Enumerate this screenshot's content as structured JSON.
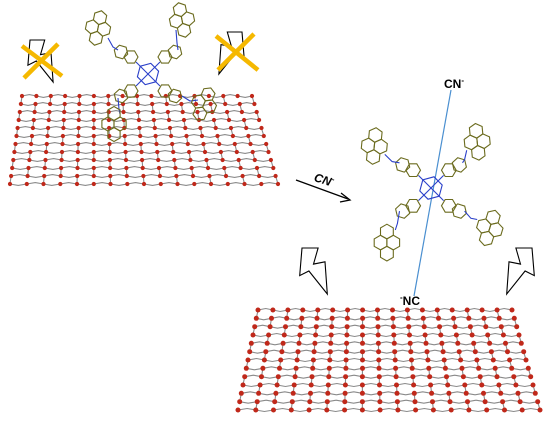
{
  "labels": {
    "reagent": "CN",
    "reagent_charge": "-",
    "top_cyanide": "CN",
    "top_cyanide_charge": "-",
    "bottom_cyanide_charge": "-",
    "bottom_cyanide": "NC"
  },
  "colors": {
    "graphene_bond": "#8a8a8a",
    "graphene_atom": "#c0281a",
    "pyrene_ring": "#6b6b1e",
    "porphyrin_core": "#2a3fc9",
    "axial_ligand": "#4a8fd0",
    "blocked_mark": "#f5b800",
    "light_bolt": "#000000"
  },
  "icons": [
    "light-bolt-icon",
    "blocked-cross-icon",
    "reaction-arrow-icon"
  ]
}
